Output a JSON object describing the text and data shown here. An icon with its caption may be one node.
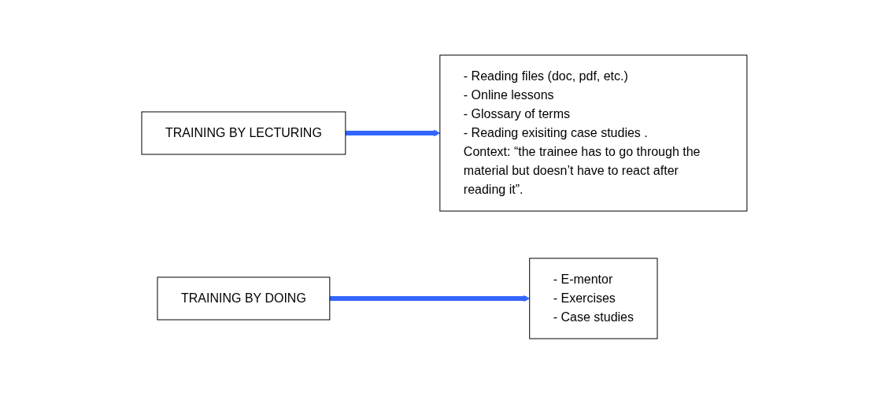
{
  "diagram": {
    "nodes": [
      {
        "text": [
          "TRAINING BY LECTURING"
        ]
      },
      {
        "text": [
          "- Reading files (doc, pdf, etc.)",
          "- Online lessons",
          "- Glossary of terms",
          "- Reading exisiting case studies .",
          "Context: “the trainee has to go through the material but doesn’t have to react after reading it”."
        ]
      },
      {
        "text": [
          "TRAINING BY DOING"
        ]
      },
      {
        "text": [
          "- E-mentor",
          "- Exercises",
          "- Case studies"
        ]
      }
    ],
    "edges": [
      {
        "from": 0,
        "to": 1,
        "arrow": "to"
      },
      {
        "from": 2,
        "to": 3,
        "arrow": "to"
      }
    ]
  }
}
